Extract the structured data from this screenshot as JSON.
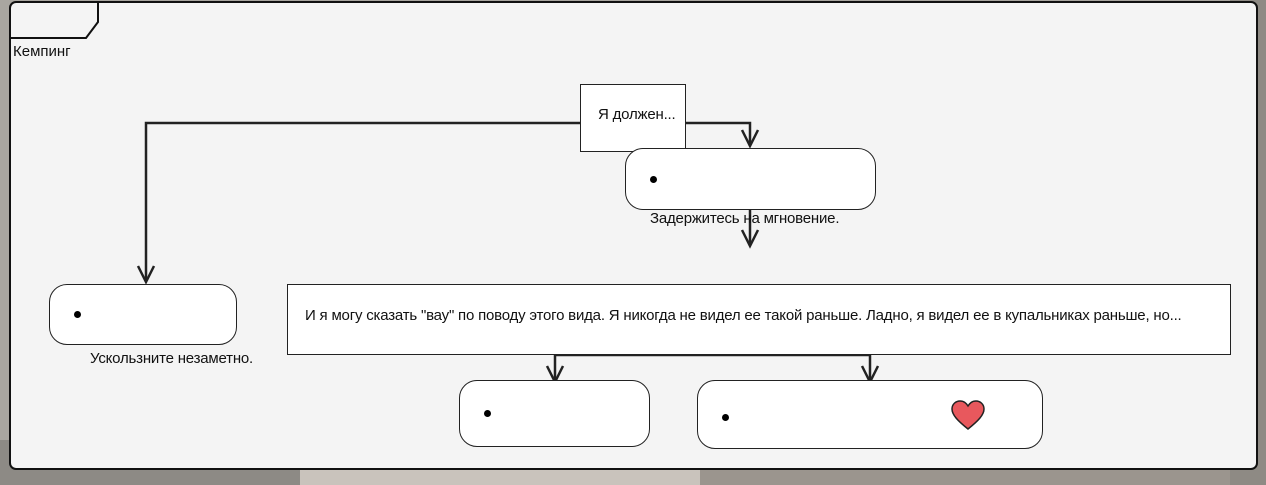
{
  "frame": {
    "title": "Кемпинг"
  },
  "dialogue": {
    "top_box": "Я должен...",
    "middle_box": "И я могу сказать \"вау\" по поводу этого вида. Я никогда не видел ее такой раньше. Ладно, я видел ее в купальниках раньше, но..."
  },
  "choices": {
    "linger": "Задержитесь на мгновение.",
    "sneak_away": "Ускользните незаметно."
  },
  "colors": {
    "heart": "#e8585d",
    "frame_bg": "#f4f4f4",
    "line": "#222222"
  }
}
